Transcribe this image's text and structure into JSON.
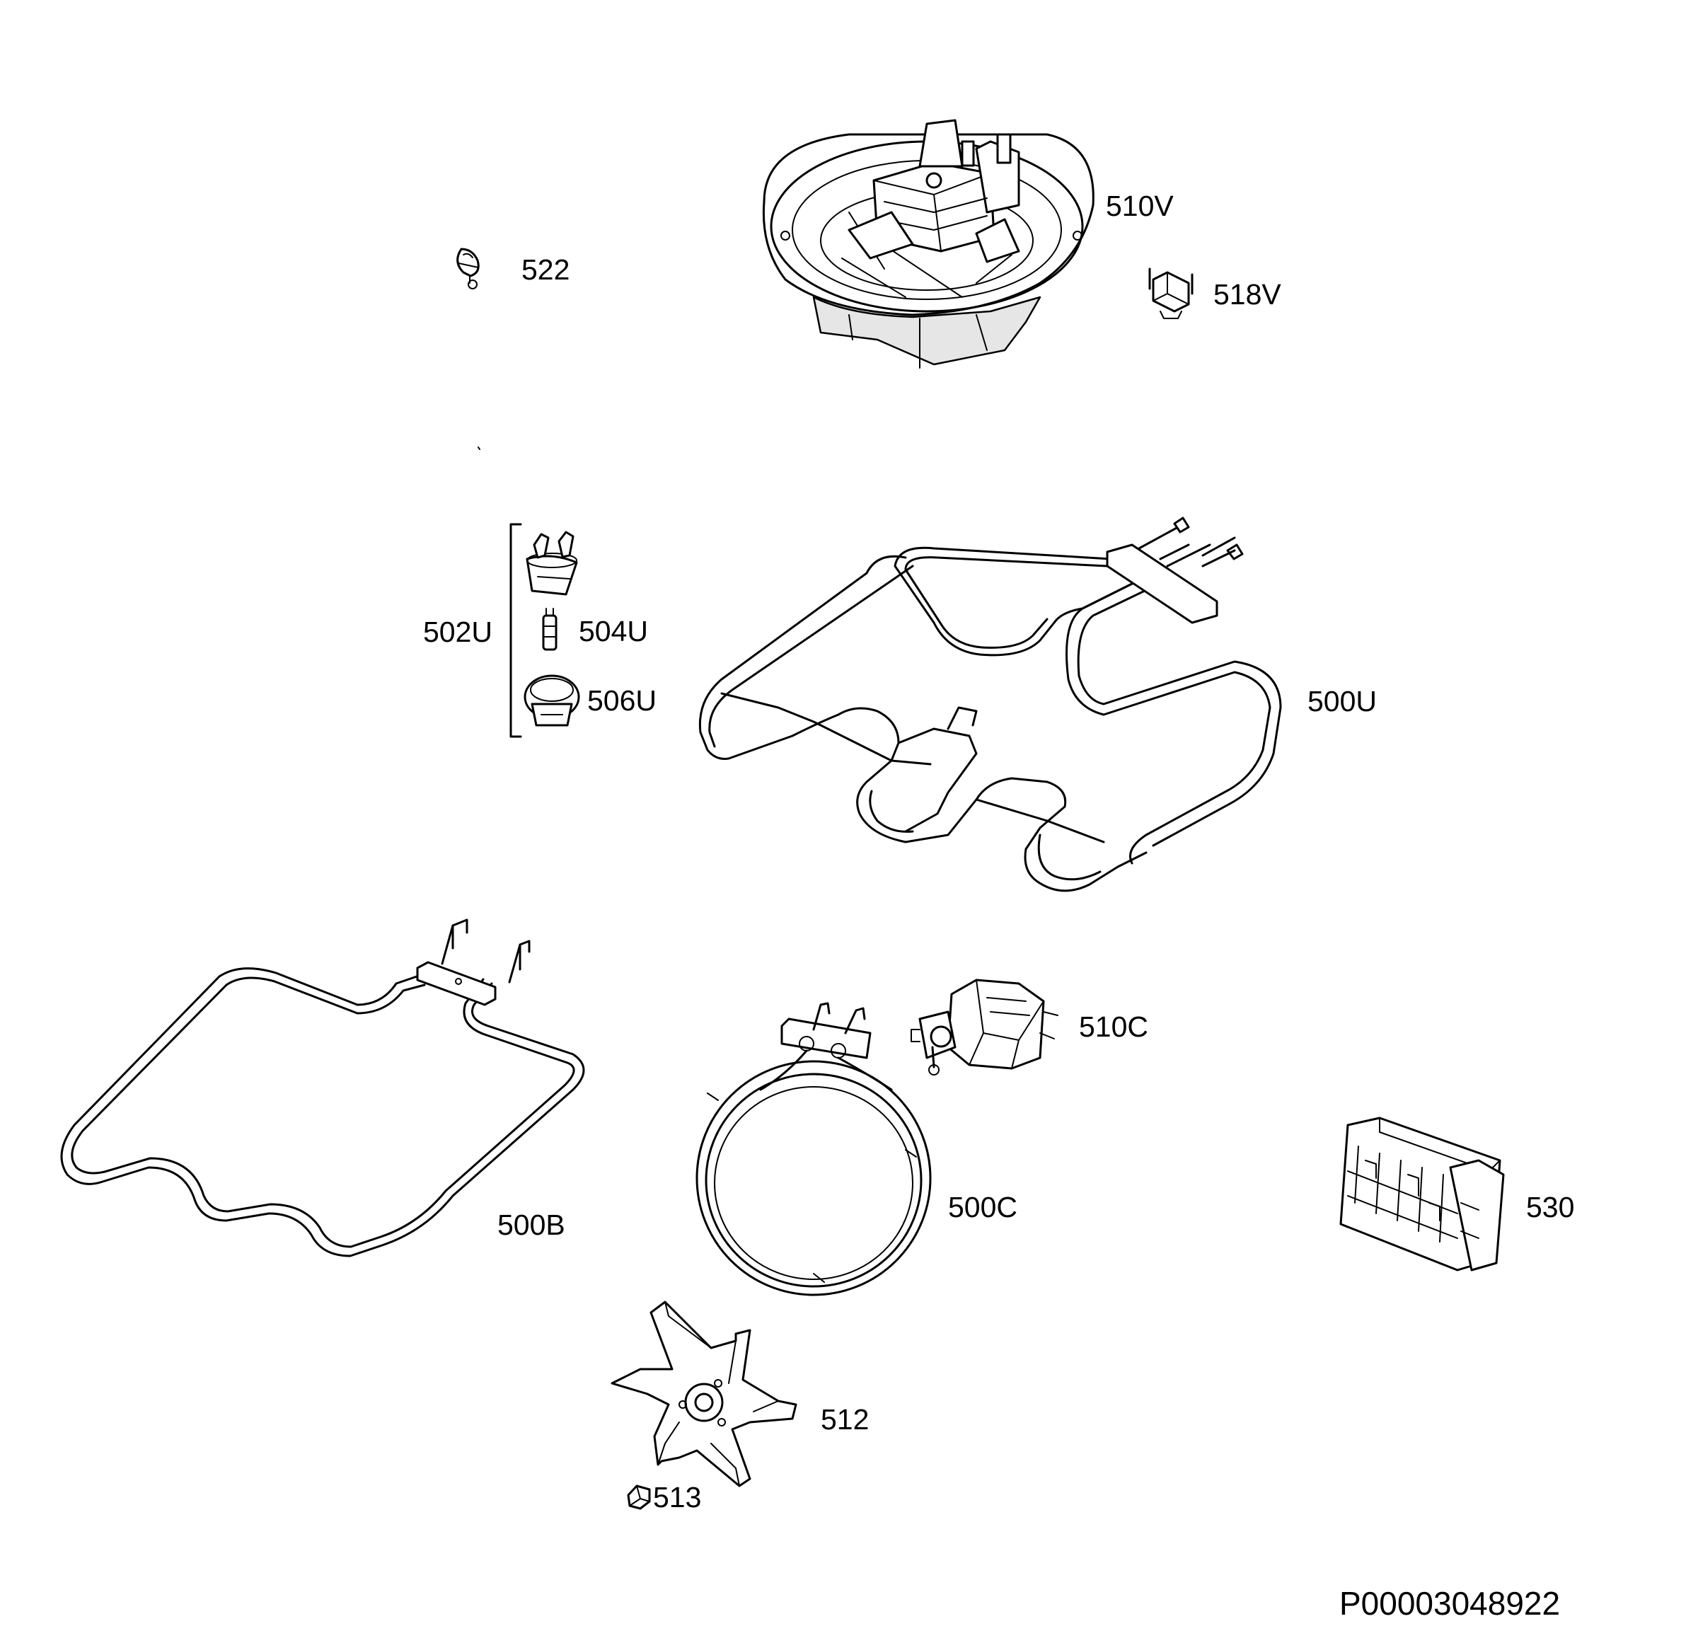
{
  "drawing_code": "P00003048922",
  "parts": [
    {
      "id": "fan-motor-assembly",
      "label": "510V"
    },
    {
      "id": "clip",
      "label": "522"
    },
    {
      "id": "thermostat",
      "label": "518V"
    },
    {
      "id": "lamp-assembly",
      "label": "502U"
    },
    {
      "id": "lamp-bulb",
      "label": "504U"
    },
    {
      "id": "lamp-cover",
      "label": "506U"
    },
    {
      "id": "upper-heating-element",
      "label": "500U"
    },
    {
      "id": "fan-motor",
      "label": "510C"
    },
    {
      "id": "lower-heating-element",
      "label": "500B"
    },
    {
      "id": "circular-heating-element",
      "label": "500C"
    },
    {
      "id": "control-module",
      "label": "530"
    },
    {
      "id": "fan-blade",
      "label": "512"
    },
    {
      "id": "nut",
      "label": "513"
    }
  ]
}
